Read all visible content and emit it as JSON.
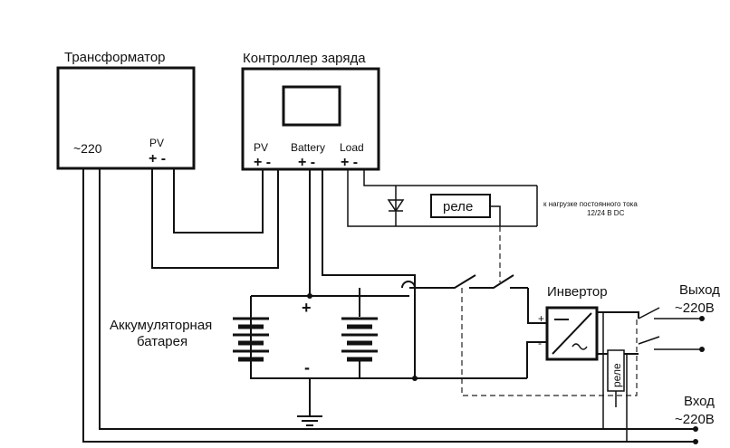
{
  "transformer": {
    "title": "Трансформатор",
    "ac_label": "~220",
    "pv_label": "PV",
    "pv_polarity": "+ -"
  },
  "controller": {
    "title": "Контроллер заряда",
    "pv_label": "PV",
    "pv_polarity": "+ -",
    "battery_label": "Battery",
    "battery_polarity": "+ -",
    "load_label": "Load",
    "load_polarity": "+ -"
  },
  "dc_load": {
    "relay_label": "реле",
    "note_line1": "к нагрузке постоянного тока",
    "note_line2": "12/24 В DC"
  },
  "battery": {
    "label_line1": "Аккумуляторная",
    "label_line2": "батарея",
    "plus": "+",
    "minus": "-"
  },
  "inverter": {
    "title": "Инвертор",
    "plus": "+",
    "minus": "-",
    "relay_label": "реле"
  },
  "output": {
    "line1": "Выход",
    "line2": "~220В"
  },
  "input": {
    "line1": "Вход",
    "line2": "~220В"
  }
}
